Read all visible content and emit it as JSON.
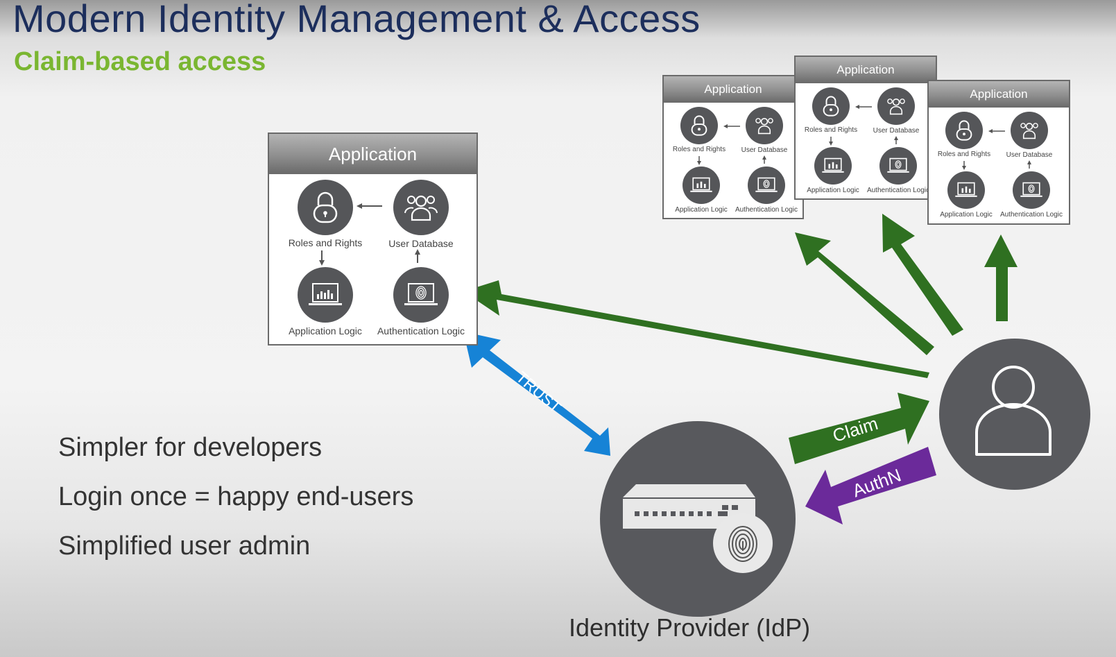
{
  "header": {
    "title": "Modern Identity Management & Access",
    "subtitle": "Claim-based access"
  },
  "application": {
    "title": "Application",
    "components": {
      "roles": "Roles and Rights",
      "users": "User Database",
      "logic": "Application Logic",
      "auth": "Authentication Logic"
    }
  },
  "arrows": {
    "trust": "TRUST",
    "claim": "Claim",
    "authn": "AuthN"
  },
  "bullets": [
    "Simpler for developers",
    "Login once = happy end-users",
    "Simplified user admin"
  ],
  "idp_label": "Identity Provider (IdP)",
  "colors": {
    "title": "#1c2e5c",
    "subtitle": "#7ab631",
    "green_arrow": "#2f7021",
    "trust_arrow": "#1683d6",
    "authn_arrow": "#6b2a9a",
    "circle": "#555659"
  }
}
